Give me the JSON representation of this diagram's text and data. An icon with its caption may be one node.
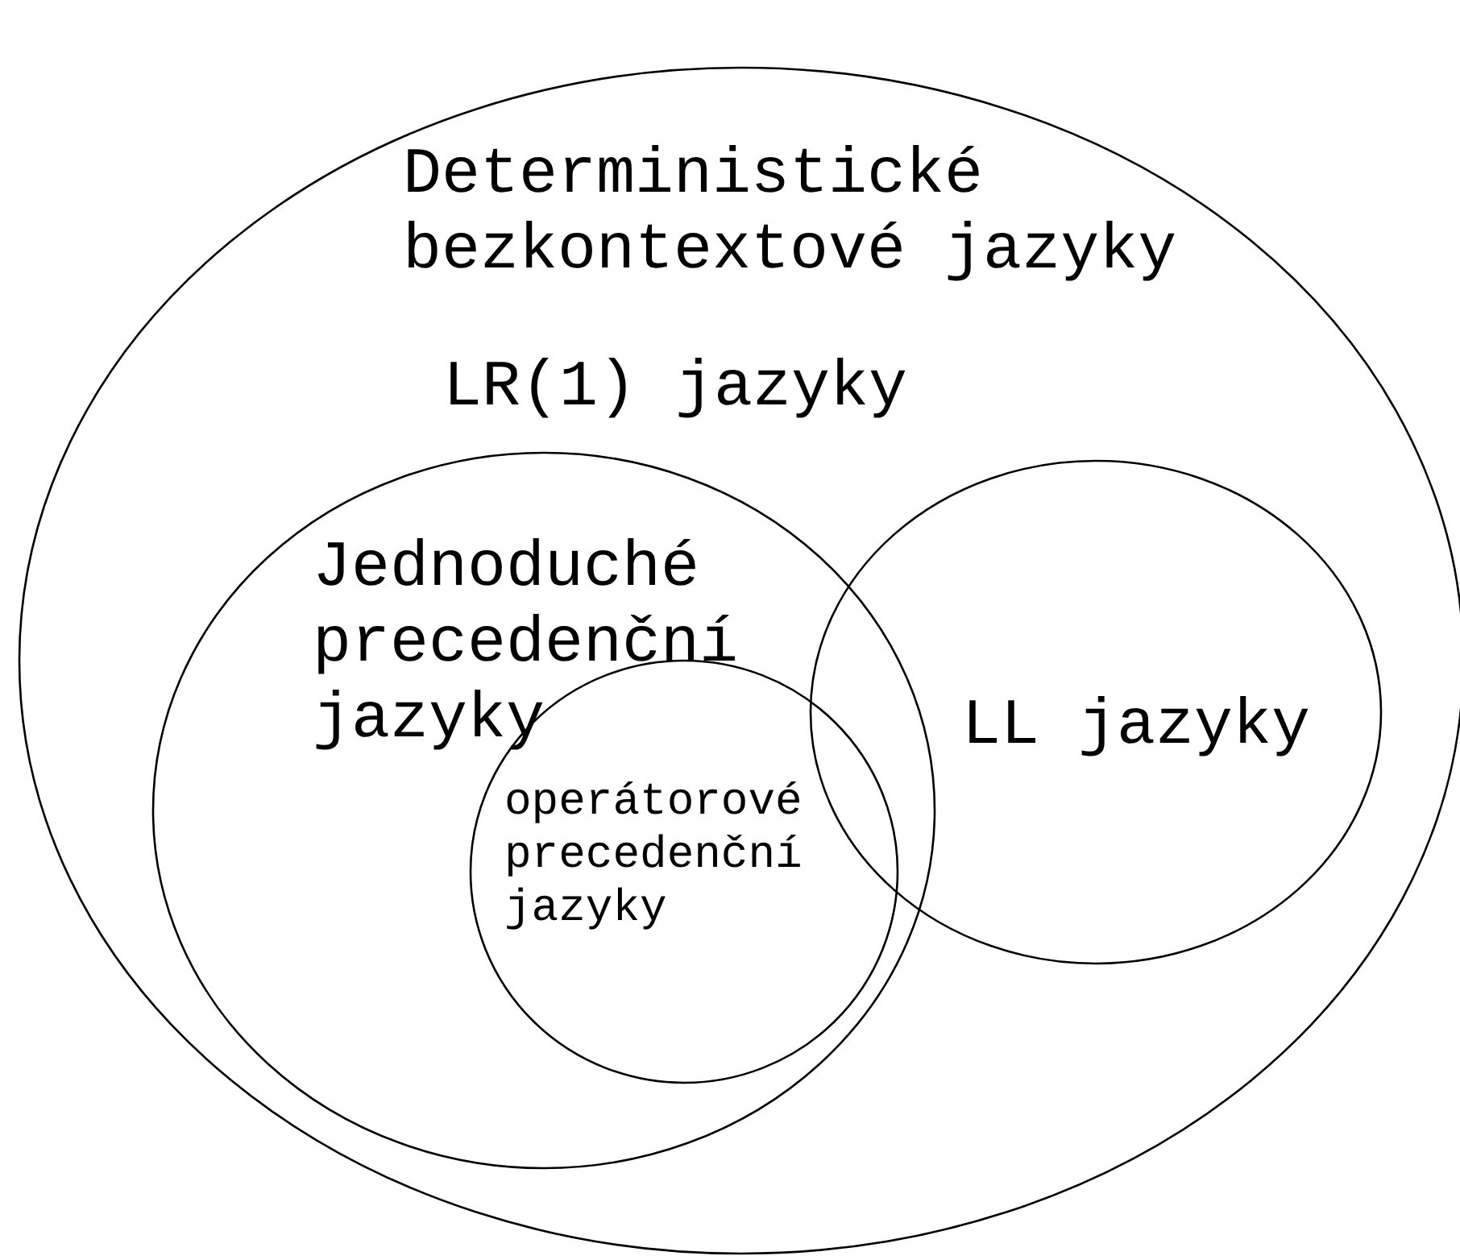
{
  "diagram": {
    "nodes": [
      {
        "text": [
          "Deterministické bezkontextové jazyky",
          "LR(1) jazyky"
        ]
      },
      {
        "text": [
          "Jednoduché precedenční jazyky"
        ],
        "in": 0
      },
      {
        "text": [
          "operátorové precedenční jazyky"
        ],
        "in": 1
      },
      {
        "text": [
          "LL jazyky"
        ],
        "in": 0
      }
    ]
  }
}
